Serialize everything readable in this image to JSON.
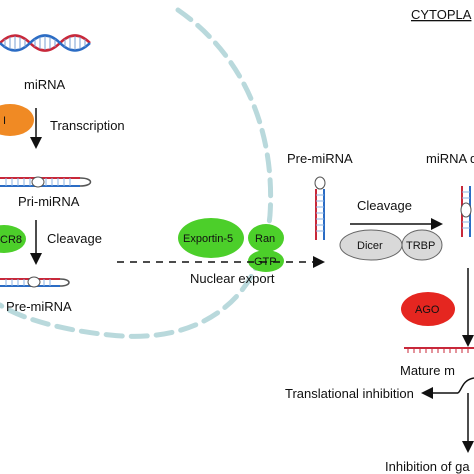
{
  "header": {
    "region": "CYTOPLA"
  },
  "labels": {
    "mirna": "miRNA",
    "transcription": "Transcription",
    "pri_mirna": "Pri-miRNA",
    "cleavage_left": "Cleavage",
    "pre_mirna_left": "Pre-miRNA",
    "pre_mirna_center": "Pre-miRNA",
    "cleavage_right": "Cleavage",
    "mirna_duplex": "miRNA d",
    "nuclear_export": "Nuclear export",
    "mature": "Mature m",
    "translational_inhibition": "Translational inhibition",
    "inhibition_of_gene": "Inhibition of ga"
  },
  "proteins": {
    "pol": "I",
    "dgcr8": "CR8",
    "exportin": "Exportin-5",
    "ran": "Ran",
    "gtp": "GTP",
    "dicer": "Dicer",
    "trbp": "TRBP",
    "ago": "AGO"
  },
  "colors": {
    "dna_red": "#c8283a",
    "dna_blue": "#2b6cc4",
    "pol_orange": "#f08a24",
    "green": "#4ccf2a",
    "grey_protein": "#d9d9d9",
    "ago_red": "#e52620",
    "membrane": "#b9d9dc"
  }
}
